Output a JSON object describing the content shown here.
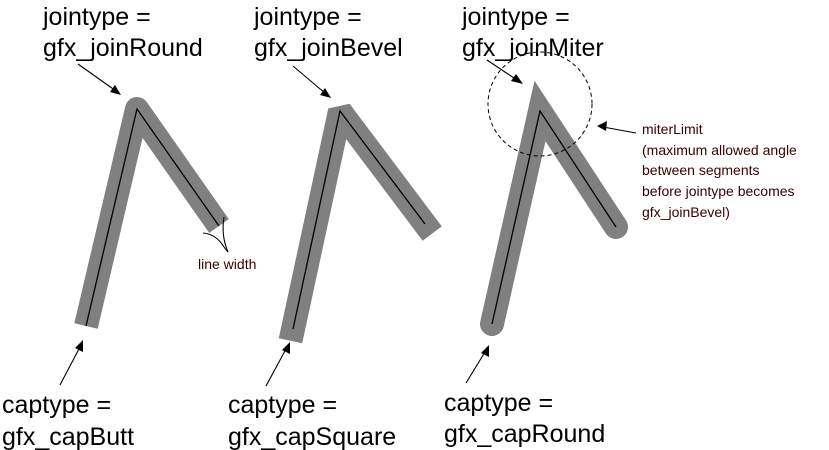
{
  "colors": {
    "stroke_gray": "#808080",
    "centerline": "#000000",
    "annotation_text": "#3a0000",
    "background": "#ffffff"
  },
  "labels": {
    "round_join_line1": "jointype =",
    "round_join_line2": "gfx_joinRound",
    "bevel_join_line1": "jointype =",
    "bevel_join_line2": "gfx_joinBevel",
    "miter_join_line1": "jointype =",
    "miter_join_line2": "gfx_joinMiter",
    "butt_cap_line1": "captype =",
    "butt_cap_line2": "gfx_capButt",
    "square_cap_line1": "captype =",
    "square_cap_line2": "gfx_capSquare",
    "round_cap_line1": "captype =",
    "round_cap_line2": "gfx_capRound",
    "line_width": "line width",
    "miter_limit_line1": "miterLimit",
    "miter_limit_line2": "(maximum allowed angle",
    "miter_limit_line3": "between segments",
    "miter_limit_line4": "before jointype becomes",
    "miter_limit_line5": "gfx_joinBevel)"
  }
}
